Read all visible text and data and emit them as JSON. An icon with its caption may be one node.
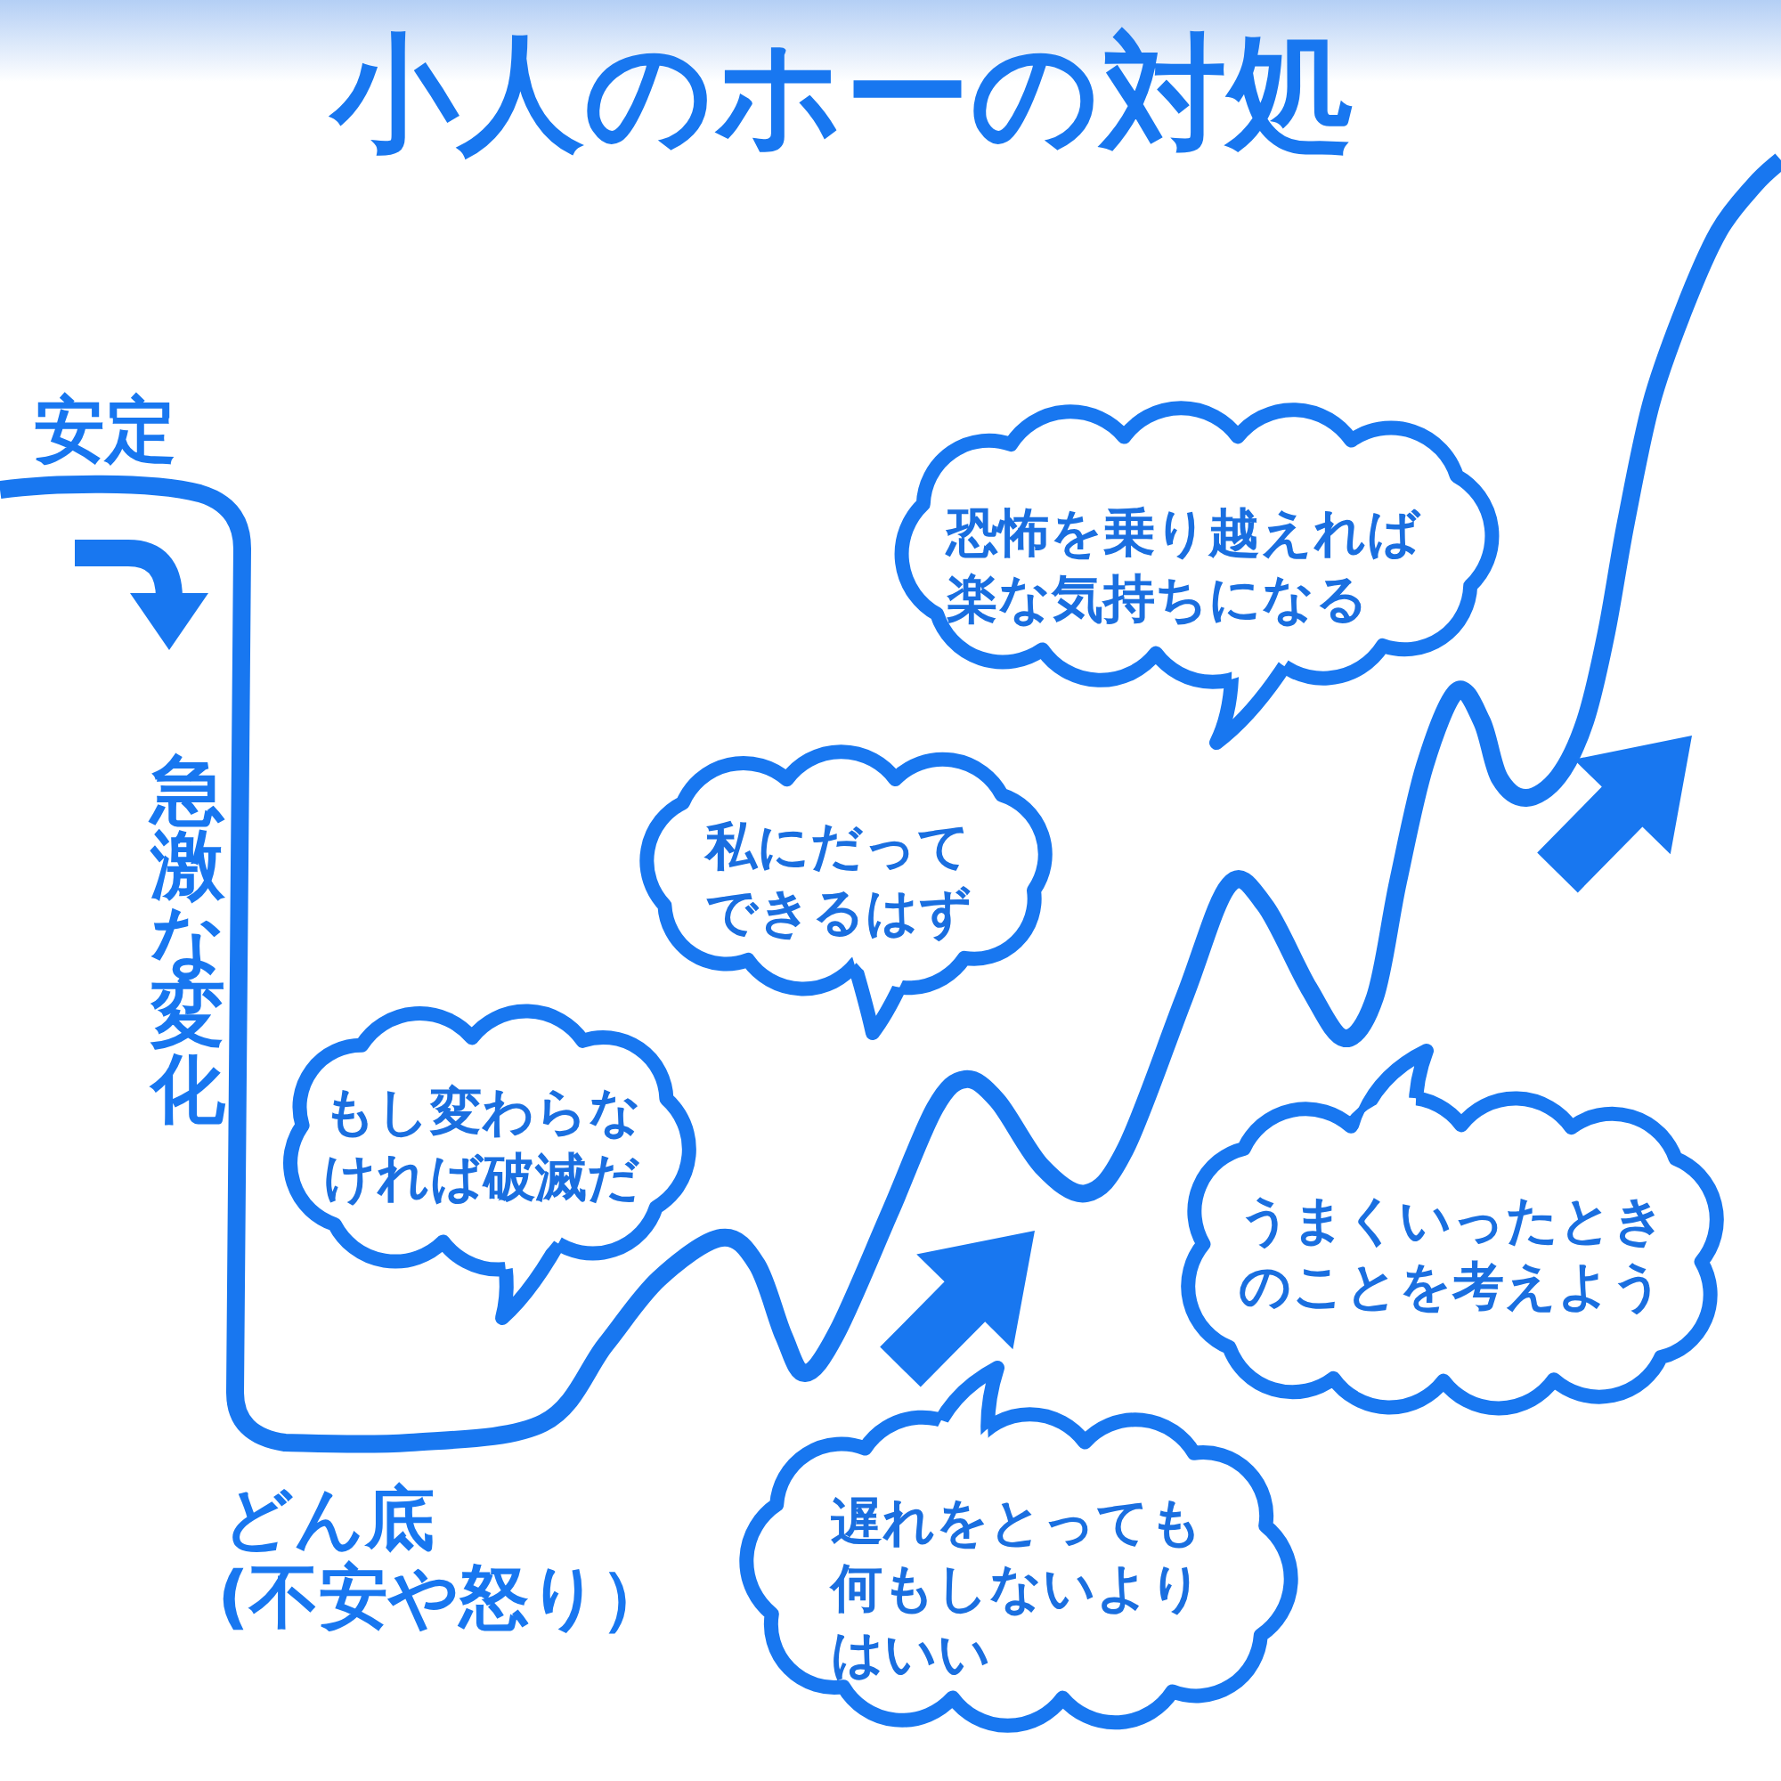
{
  "diagram": {
    "title": "小人のホーの対処",
    "nodes": [
      {
        "text": [
          "もし変わらなければ破滅だ"
        ]
      },
      {
        "text": [
          "私にだってできるはず"
        ]
      },
      {
        "text": [
          "遅れをとっても何もしないよりはいい"
        ]
      },
      {
        "text": [
          "恐怖を乗り越えれば楽な気持ちになる"
        ]
      },
      {
        "text": [
          "うまくいったときのことを考えよう"
        ]
      }
    ],
    "labels": [
      "安定",
      "急激な変化",
      "どん底",
      "(不安や怒り）"
    ]
  }
}
